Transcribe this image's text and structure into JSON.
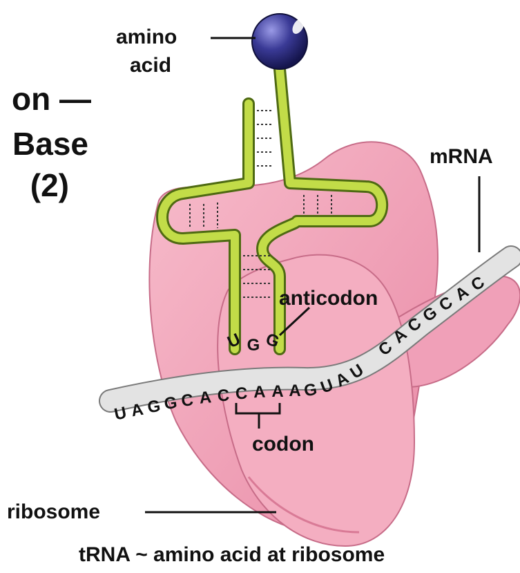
{
  "title": {
    "line1": "on —",
    "line2": "Base",
    "line3": "(2)"
  },
  "labels": {
    "amino_acid_line1": "amino",
    "amino_acid_line2": "acid",
    "mrna": "mRNA",
    "anticodon": "anticodon",
    "codon": "codon",
    "ribosome": "ribosome"
  },
  "caption": "tRNA ~ amino acid at ribosome",
  "anticodon_bases": [
    "U",
    "G",
    "G"
  ],
  "mrna_bases_left": [
    "U",
    "A",
    "G",
    "G",
    "C",
    "A",
    "C",
    "C",
    "A",
    "A",
    "A",
    "G",
    "U",
    "A",
    "U"
  ],
  "mrna_bases_right": [
    "C",
    "A",
    "C",
    "G",
    "C",
    "A",
    "C"
  ],
  "colors": {
    "ribosome": "#f2a2b8",
    "ribosome_shadow": "#d9708f",
    "trna": "#b8d43a",
    "trna_outline": "#4e6a12",
    "amino_acid": "#3a3a96",
    "mrna_strand": "#e3e3e3",
    "text": "#111111"
  }
}
